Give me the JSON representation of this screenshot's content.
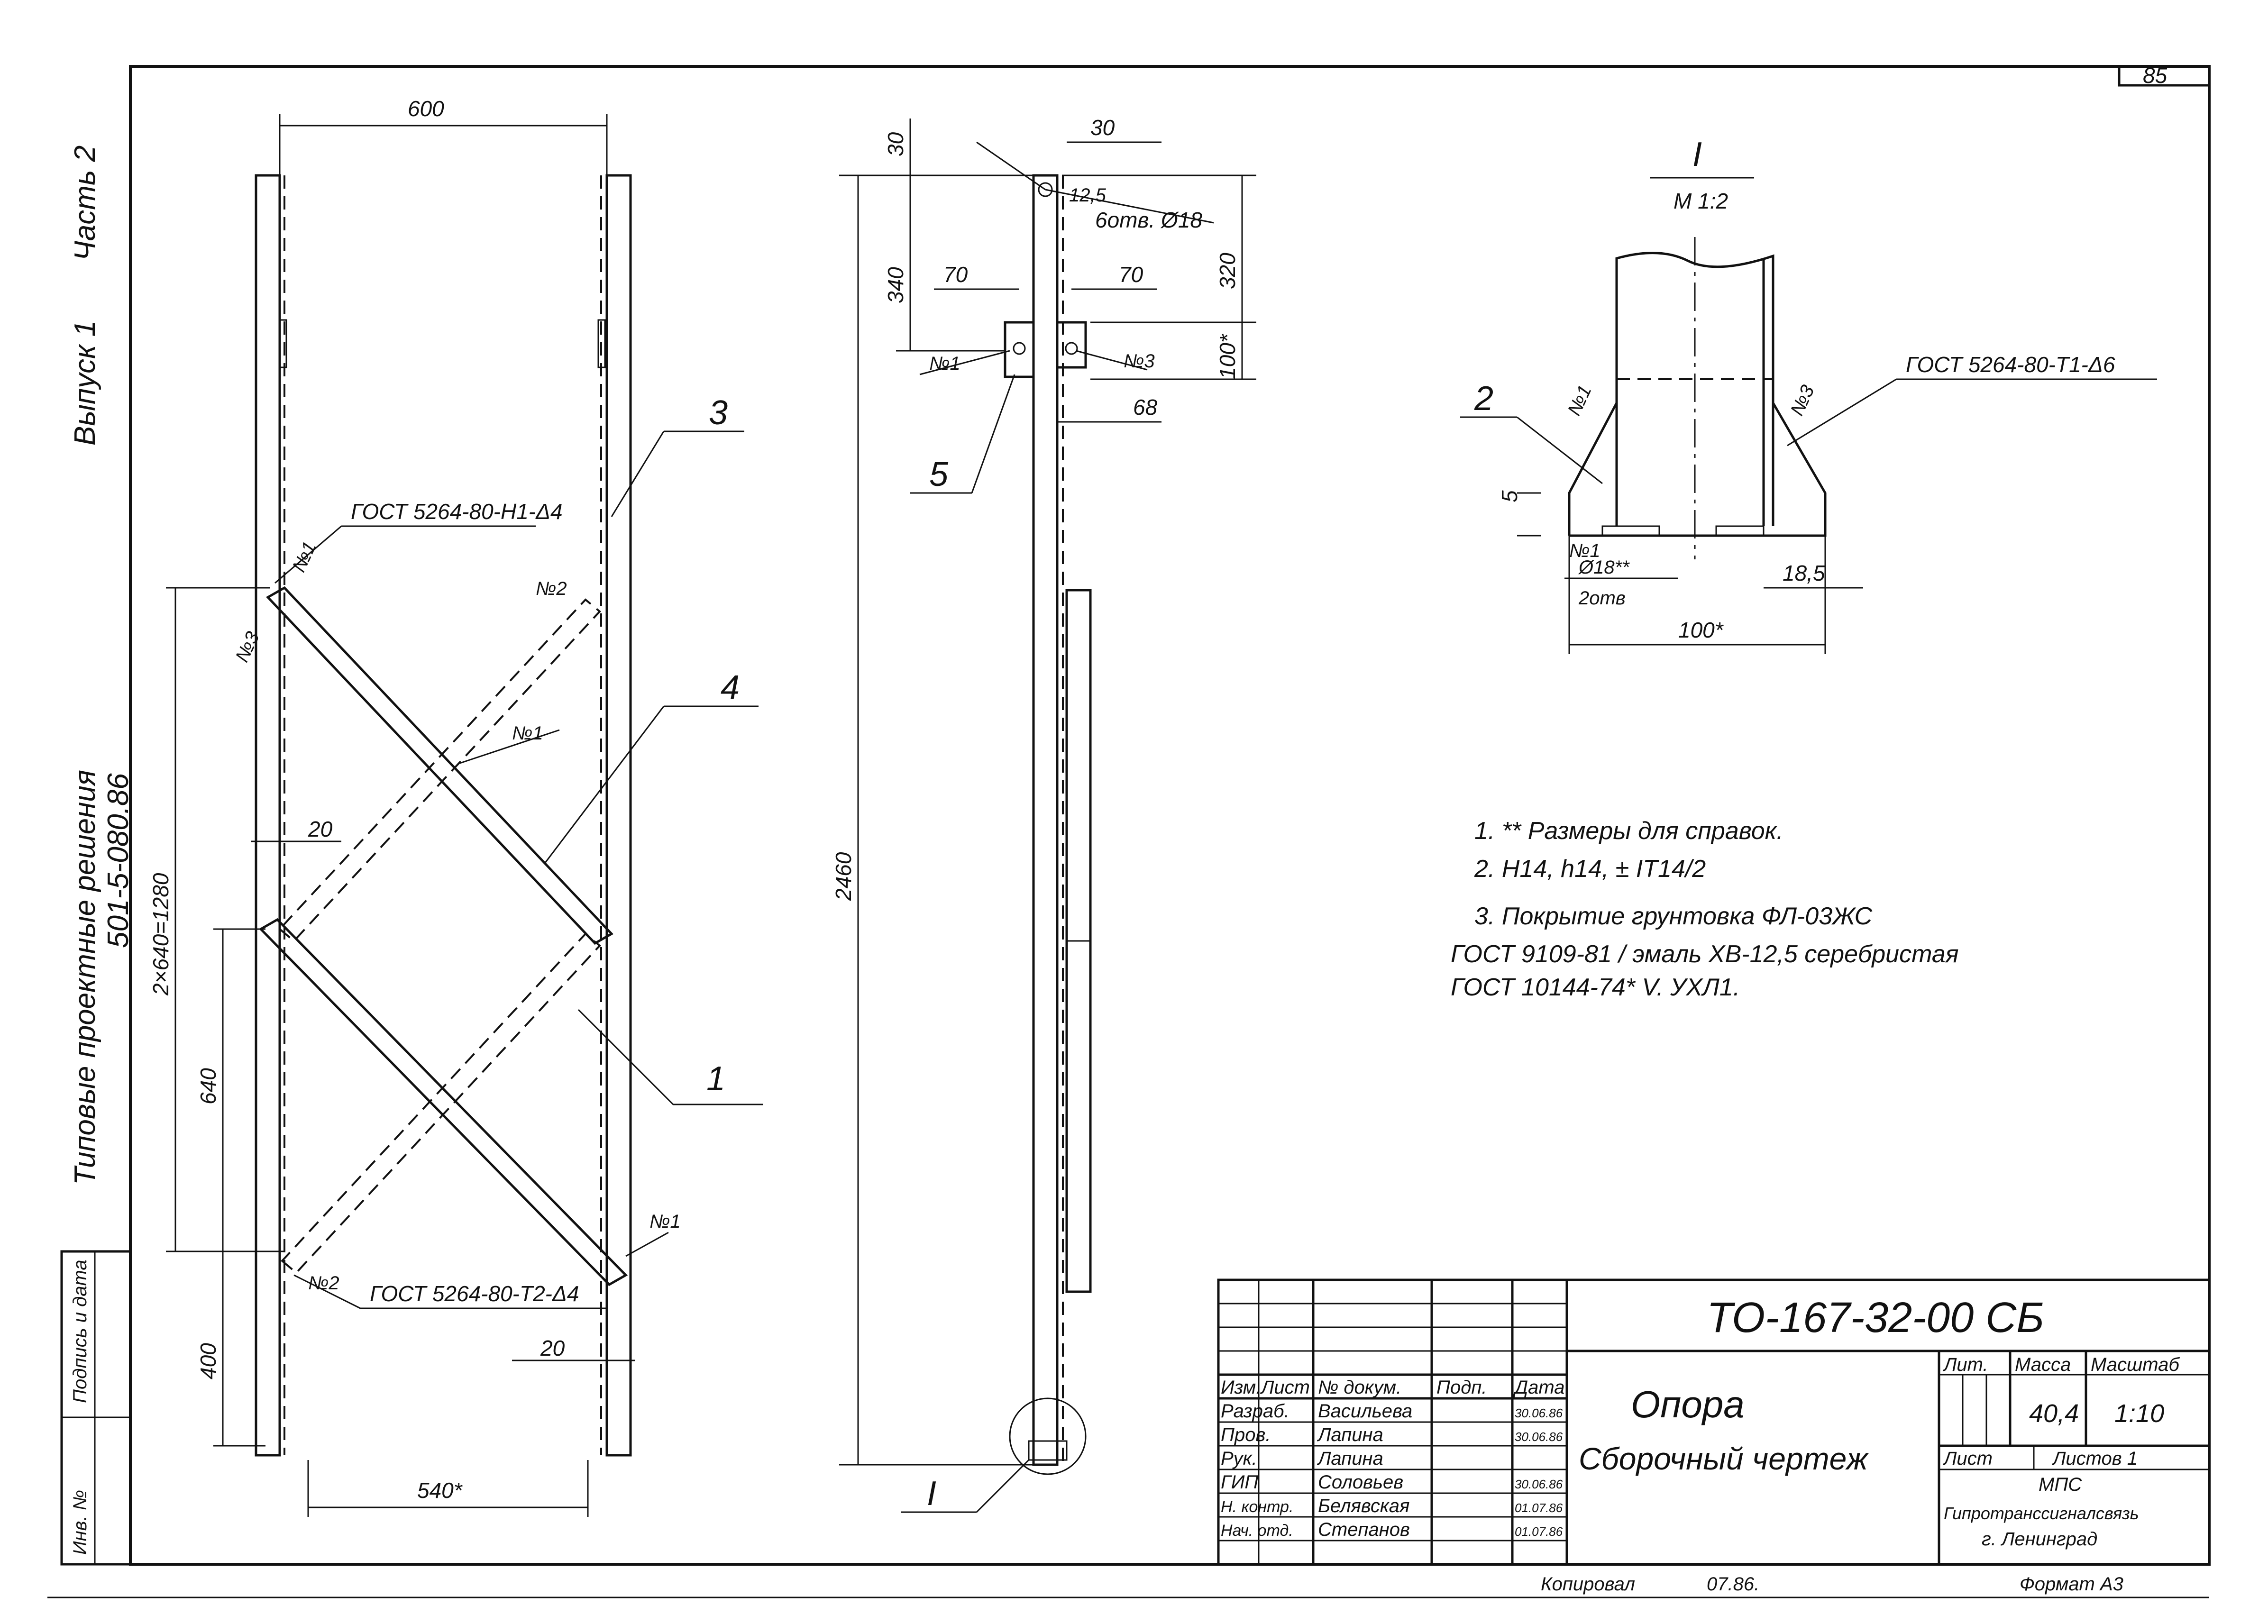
{
  "sheet": {
    "page_number": "85",
    "document_code": "ТО-167-32-00 СБ",
    "title_line1": "Опора",
    "title_line2": "Сборочный чертеж",
    "mass": "40,4",
    "scale": "1:10",
    "sheet": "Лист",
    "sheets": "Листов 1",
    "organization_line1": "МПС",
    "organization_line2": "Гипротранссигналсвязь",
    "organization_line3": "г. Ленинград",
    "format": "Формат А3",
    "copied": "Копировал",
    "copied_date": "07.86."
  },
  "side_labels": {
    "series": "Типовые проектные решения",
    "code": "501-5-080.86",
    "issue": "Выпуск 1",
    "part": "Часть 2",
    "stamp_sign": "Подпись и дата",
    "stamp_inv": "Инв. №"
  },
  "title_block": {
    "headers": [
      "Изм.",
      "Лист",
      "№ докум.",
      "Подп.",
      "Дата"
    ],
    "lit_header": "Лит.",
    "mass_header": "Масса",
    "scale_header": "Масштаб",
    "rows": [
      {
        "role": "Разраб.",
        "name": "Васильева",
        "date": "30.06.86"
      },
      {
        "role": "Пров.",
        "name": "Лапина",
        "date": "30.06.86"
      },
      {
        "role": "Рук.",
        "name": "Лапина",
        "date": ""
      },
      {
        "role": "ГИП",
        "name": "Соловьев",
        "date": "30.06.86"
      },
      {
        "role": "Н. контр.",
        "name": "Белявская",
        "date": "01.07.86"
      },
      {
        "role": "Нач. отд.",
        "name": "Степанов",
        "date": "01.07.86"
      }
    ]
  },
  "front_view": {
    "dim_top": "600",
    "dim_bottom": "540*",
    "dim_total": "2×640=1280",
    "dim_640": "640",
    "dim_400": "400",
    "dim_20a": "20",
    "dim_20b": "20",
    "weld_top": "ГОСТ 5264-80-Н1-Δ4",
    "weld_bottom": "ГОСТ 5264-80-Т2-Δ4",
    "pos_3": "3",
    "pos_4": "4",
    "pos_1": "1",
    "mark_n1a": "№1",
    "mark_n1b": "№1",
    "mark_n1c": "№1",
    "mark_n2a": "№2",
    "mark_n2b": "№2",
    "mark_n3": "№3"
  },
  "side_view": {
    "dim_30a": "30",
    "dim_30b": "30",
    "dim_12_5": "12,5",
    "holes": "6отв. Ø18",
    "dim_340": "340",
    "dim_320": "320",
    "dim_70a": "70",
    "dim_70b": "70",
    "dim_100": "100*",
    "dim_68": "68",
    "dim_2460": "2460",
    "mark_n1": "№1",
    "mark_n3": "№3",
    "pos_5": "5",
    "detail_ref": "I"
  },
  "detail": {
    "title": "I",
    "scale": "М 1:2",
    "weld": "ГОСТ 5264-80-Т1-Δ6",
    "pos_2": "2",
    "dim_5": "5",
    "hole": "Ø18**",
    "holes_count": "2отв",
    "dim_100": "100*",
    "dim_18_5": "18,5",
    "mark_n1a": "№1",
    "mark_n1b": "№1",
    "mark_n3": "№3"
  },
  "notes": [
    "1. ** Размеры для справок.",
    "2. Н14, h14, ± IT14/2",
    "3. Покрытие грунтовка ФЛ-03ЖС",
    "ГОСТ 9109-81 / эмаль ХВ-12,5 серебристая",
    "ГОСТ 10144-74* V. УХЛ1."
  ]
}
